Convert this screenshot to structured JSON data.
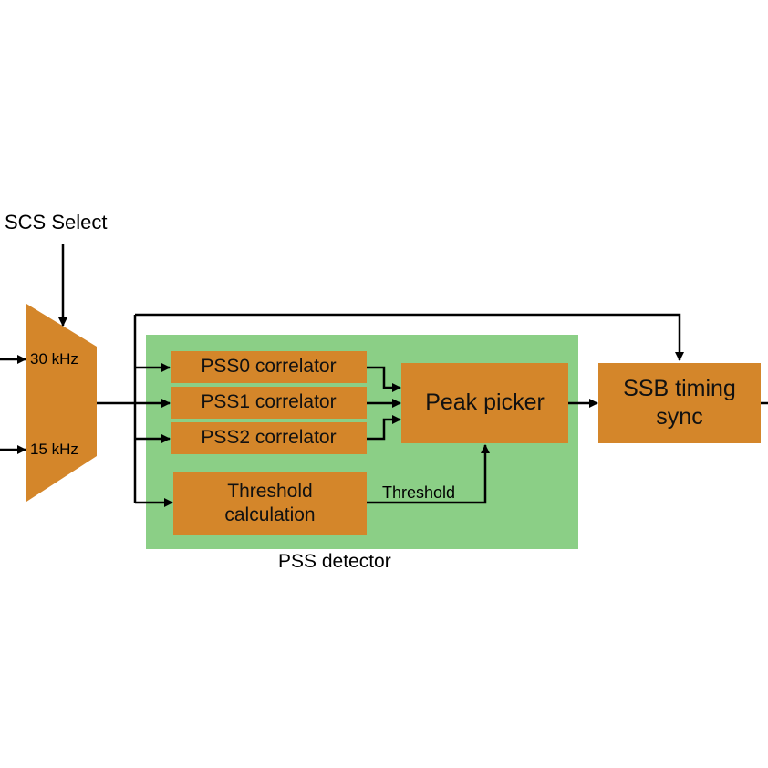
{
  "diagram": {
    "title_input": "SCS Select",
    "mux": {
      "input_top": "30 kHz",
      "input_bottom": "15 kHz"
    },
    "group": {
      "label": "PSS detector",
      "color": "#8bcf86"
    },
    "blocks": {
      "pss0": "PSS0 correlator",
      "pss1": "PSS1 correlator",
      "pss2": "PSS2 correlator",
      "threshold_calc_line1": "Threshold",
      "threshold_calc_line2": "calculation",
      "peak_picker": "Peak picker",
      "ssb_line1": "SSB timing",
      "ssb_line2": "sync"
    },
    "edge_labels": {
      "threshold": "Threshold"
    },
    "colors": {
      "block": "#d4862a",
      "line": "#000000"
    }
  }
}
